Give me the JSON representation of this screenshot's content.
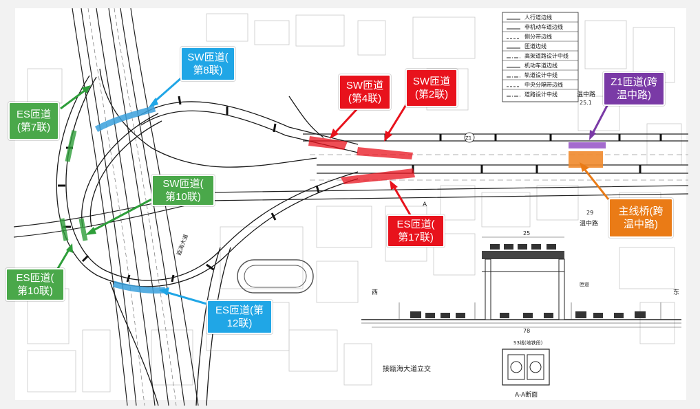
{
  "callouts": {
    "es7": {
      "line1": "ES匝道",
      "line2": "(第7联)",
      "color": "#4aa84a"
    },
    "sw8": {
      "line1": "SW匝道(",
      "line2": "第8联)",
      "color": "#20a6e6"
    },
    "sw4": {
      "line1": "SW匝道",
      "line2": "(第4联)",
      "color": "#e8121c"
    },
    "sw2": {
      "line1": "SW匝道",
      "line2": "(第2联)",
      "color": "#e8121c"
    },
    "z1": {
      "line1": "Z1匝道(跨",
      "line2": "温中路)",
      "color": "#7a3aa6"
    },
    "sw10": {
      "line1": "SW匝道(",
      "line2": "第10联)",
      "color": "#4aa84a"
    },
    "es17": {
      "line1": "ES匝道(",
      "line2": "第17联)",
      "color": "#e8121c"
    },
    "main": {
      "line1": "主线桥(跨",
      "line2": "温中路)",
      "color": "#ea7b16"
    },
    "es10": {
      "line1": "ES匝道(",
      "line2": "第10联)",
      "color": "#4aa84a"
    },
    "es12": {
      "line1": "ES匝道(第",
      "line2": "12联)",
      "color": "#20a6e6"
    }
  },
  "legend": [
    "人行道边线",
    "非机动车道边线",
    "侧分带边线",
    "匝道边线",
    "高架道路设计中线",
    "机动车道边线",
    "轨道设计中线",
    "中央分隔带边线",
    "道路设计中线"
  ],
  "map_labels": {
    "road_top": "温中路",
    "road_top_num": "25.1",
    "road_bottom": "温中路",
    "road_bottom_num": "29",
    "section_name": "A-A断面",
    "interchange": "接瓯海大道立交",
    "s3": "S3线(地铁段)",
    "west": "西",
    "east": "东",
    "width_top": "25",
    "width_bottom": "78",
    "ramp_label": "匝道",
    "section_mark": "A",
    "road_circle": "Z1",
    "ouhai": "瓯海大道"
  }
}
